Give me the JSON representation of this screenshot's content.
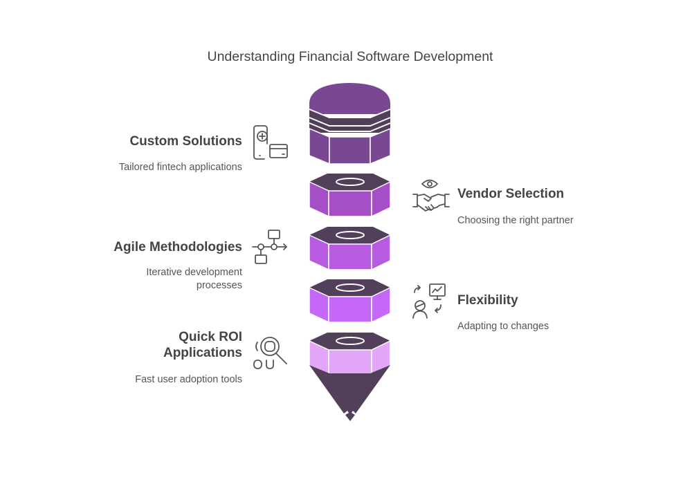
{
  "title": "Understanding Financial Software Development",
  "colors": {
    "cap": "#7a4793",
    "dark": "#523f5a",
    "nut1": "#a54ec7",
    "nut2": "#b75be0",
    "nut3": "#c567f7",
    "nut4": "#e2a7f8",
    "text": "#444444",
    "icon": "#555555"
  },
  "items": [
    {
      "heading": "Custom Solutions",
      "description": [
        "Tailored fintech applications"
      ],
      "icon": "mobile-card-icon",
      "side": "left"
    },
    {
      "heading": "Vendor Selection",
      "description": [
        "Choosing the right partner"
      ],
      "icon": "handshake-eye-icon",
      "side": "right"
    },
    {
      "heading": "Agile Methodologies",
      "description": [
        "Iterative development",
        "processes"
      ],
      "icon": "workflow-icon",
      "side": "left"
    },
    {
      "heading": "Flexibility",
      "description": [
        "Adapting to changes"
      ],
      "icon": "adaptive-monitor-icon",
      "side": "right"
    },
    {
      "heading": [
        "Quick ROI",
        "Applications"
      ],
      "description": [
        "Fast user adoption tools"
      ],
      "icon": "search-analysis-icon",
      "side": "left"
    }
  ]
}
